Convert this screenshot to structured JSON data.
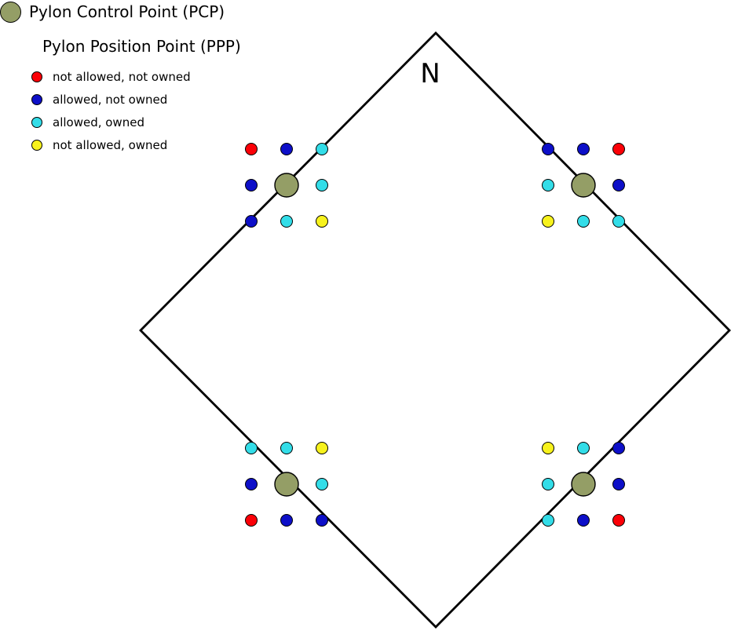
{
  "compass_label": "N",
  "legend": {
    "pcp_label": "Pylon Control Point (PCP)",
    "ppp_label": "Pylon Position Point (PPP)",
    "items": [
      {
        "key": "not_allowed_not_owned",
        "label": "not allowed, not owned"
      },
      {
        "key": "allowed_not_owned",
        "label": "allowed, not owned"
      },
      {
        "key": "allowed_owned",
        "label": "allowed, owned"
      },
      {
        "key": "not_allowed_owned",
        "label": "not allowed, owned"
      }
    ]
  },
  "colors": {
    "pcp": "#949e66",
    "not_allowed_not_owned": "#fb0007",
    "allowed_not_owned": "#0d0fc8",
    "allowed_owned": "#33dde8",
    "not_allowed_owned": "#f7f21d",
    "outline": "#000000",
    "course_line": "#000000"
  },
  "course": {
    "diamond_vertices": [
      [
        555,
        42
      ],
      [
        929,
        421
      ],
      [
        555,
        799
      ],
      [
        179,
        421
      ]
    ],
    "north_position": [
      548,
      105
    ],
    "north_font_size": 34,
    "line_width": 2.8
  },
  "markers": {
    "pcp_radius": 15,
    "ppp_radius": 7.5,
    "clusters": [
      {
        "name": "top-left",
        "center": [
          365,
          236
        ],
        "col_spacing": 45,
        "row_spacing": 46,
        "grid": [
          [
            "not_allowed_not_owned",
            "allowed_not_owned",
            "allowed_owned"
          ],
          [
            "allowed_not_owned",
            "pcp",
            "allowed_owned"
          ],
          [
            "allowed_not_owned",
            "allowed_owned",
            "not_allowed_owned"
          ]
        ]
      },
      {
        "name": "top-right",
        "center": [
          743,
          236
        ],
        "col_spacing": 45,
        "row_spacing": 46,
        "grid": [
          [
            "allowed_not_owned",
            "allowed_not_owned",
            "not_allowed_not_owned"
          ],
          [
            "allowed_owned",
            "pcp",
            "allowed_not_owned"
          ],
          [
            "not_allowed_owned",
            "allowed_owned",
            "allowed_owned"
          ]
        ]
      },
      {
        "name": "bottom-left",
        "center": [
          365,
          617
        ],
        "col_spacing": 45,
        "row_spacing": 46,
        "grid": [
          [
            "allowed_owned",
            "allowed_owned",
            "not_allowed_owned"
          ],
          [
            "allowed_not_owned",
            "pcp",
            "allowed_owned"
          ],
          [
            "not_allowed_not_owned",
            "allowed_not_owned",
            "allowed_not_owned"
          ]
        ]
      },
      {
        "name": "bottom-right",
        "center": [
          743,
          617
        ],
        "col_spacing": 45,
        "row_spacing": 46,
        "grid": [
          [
            "not_allowed_owned",
            "allowed_owned",
            "allowed_not_owned"
          ],
          [
            "allowed_owned",
            "pcp",
            "allowed_not_owned"
          ],
          [
            "allowed_owned",
            "allowed_not_owned",
            "not_allowed_not_owned"
          ]
        ]
      }
    ]
  }
}
